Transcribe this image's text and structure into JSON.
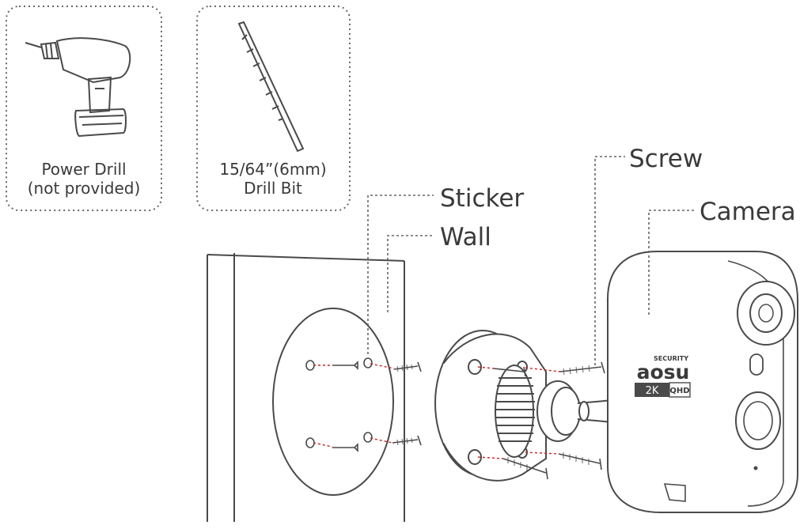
{
  "tools": [
    {
      "line1": "Power Drill",
      "line2": "(not provided)"
    },
    {
      "line1": "15/64”(6mm)",
      "line2": "Drill Bit"
    }
  ],
  "callouts": {
    "sticker": "Sticker",
    "wall": "Wall",
    "screw": "Screw",
    "camera": "Camera"
  },
  "camera_branding": {
    "tag": "SECURITY",
    "brand": "aosu",
    "resolution": "2K",
    "quality": "QHD"
  },
  "colors": {
    "line": "#4a4a4a",
    "drill_guide": "#cc2222"
  }
}
